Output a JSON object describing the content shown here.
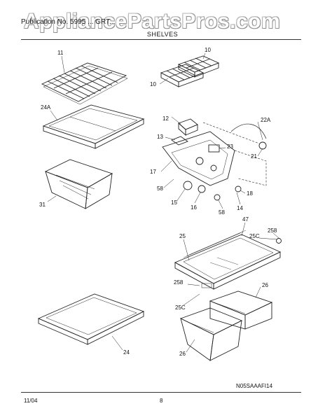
{
  "watermark": "AppliancePartsPros.com",
  "header": {
    "publication_text": "Publication No. 5995 ... GRT...",
    "section": "SHELVES"
  },
  "callouts": {
    "c11": "11",
    "c10a": "10",
    "c10b": "10",
    "c24a": "24A",
    "c12": "12",
    "c22a": "22A",
    "c13": "13",
    "c23": "23",
    "c21": "21",
    "c17": "17",
    "c31": "31",
    "c58a": "58",
    "c18": "18",
    "c15": "15",
    "c16": "16",
    "c58b": "58",
    "c14": "14",
    "c47": "47",
    "c25": "25",
    "c25c_a": "25C",
    "c258_a": "258",
    "c258_b": "258",
    "c26a": "26",
    "c25c_b": "25C",
    "c24": "24",
    "c26b": "26"
  },
  "drawing_code": "N05SAAAFI14",
  "footer": {
    "date": "11/04",
    "page": "8"
  }
}
